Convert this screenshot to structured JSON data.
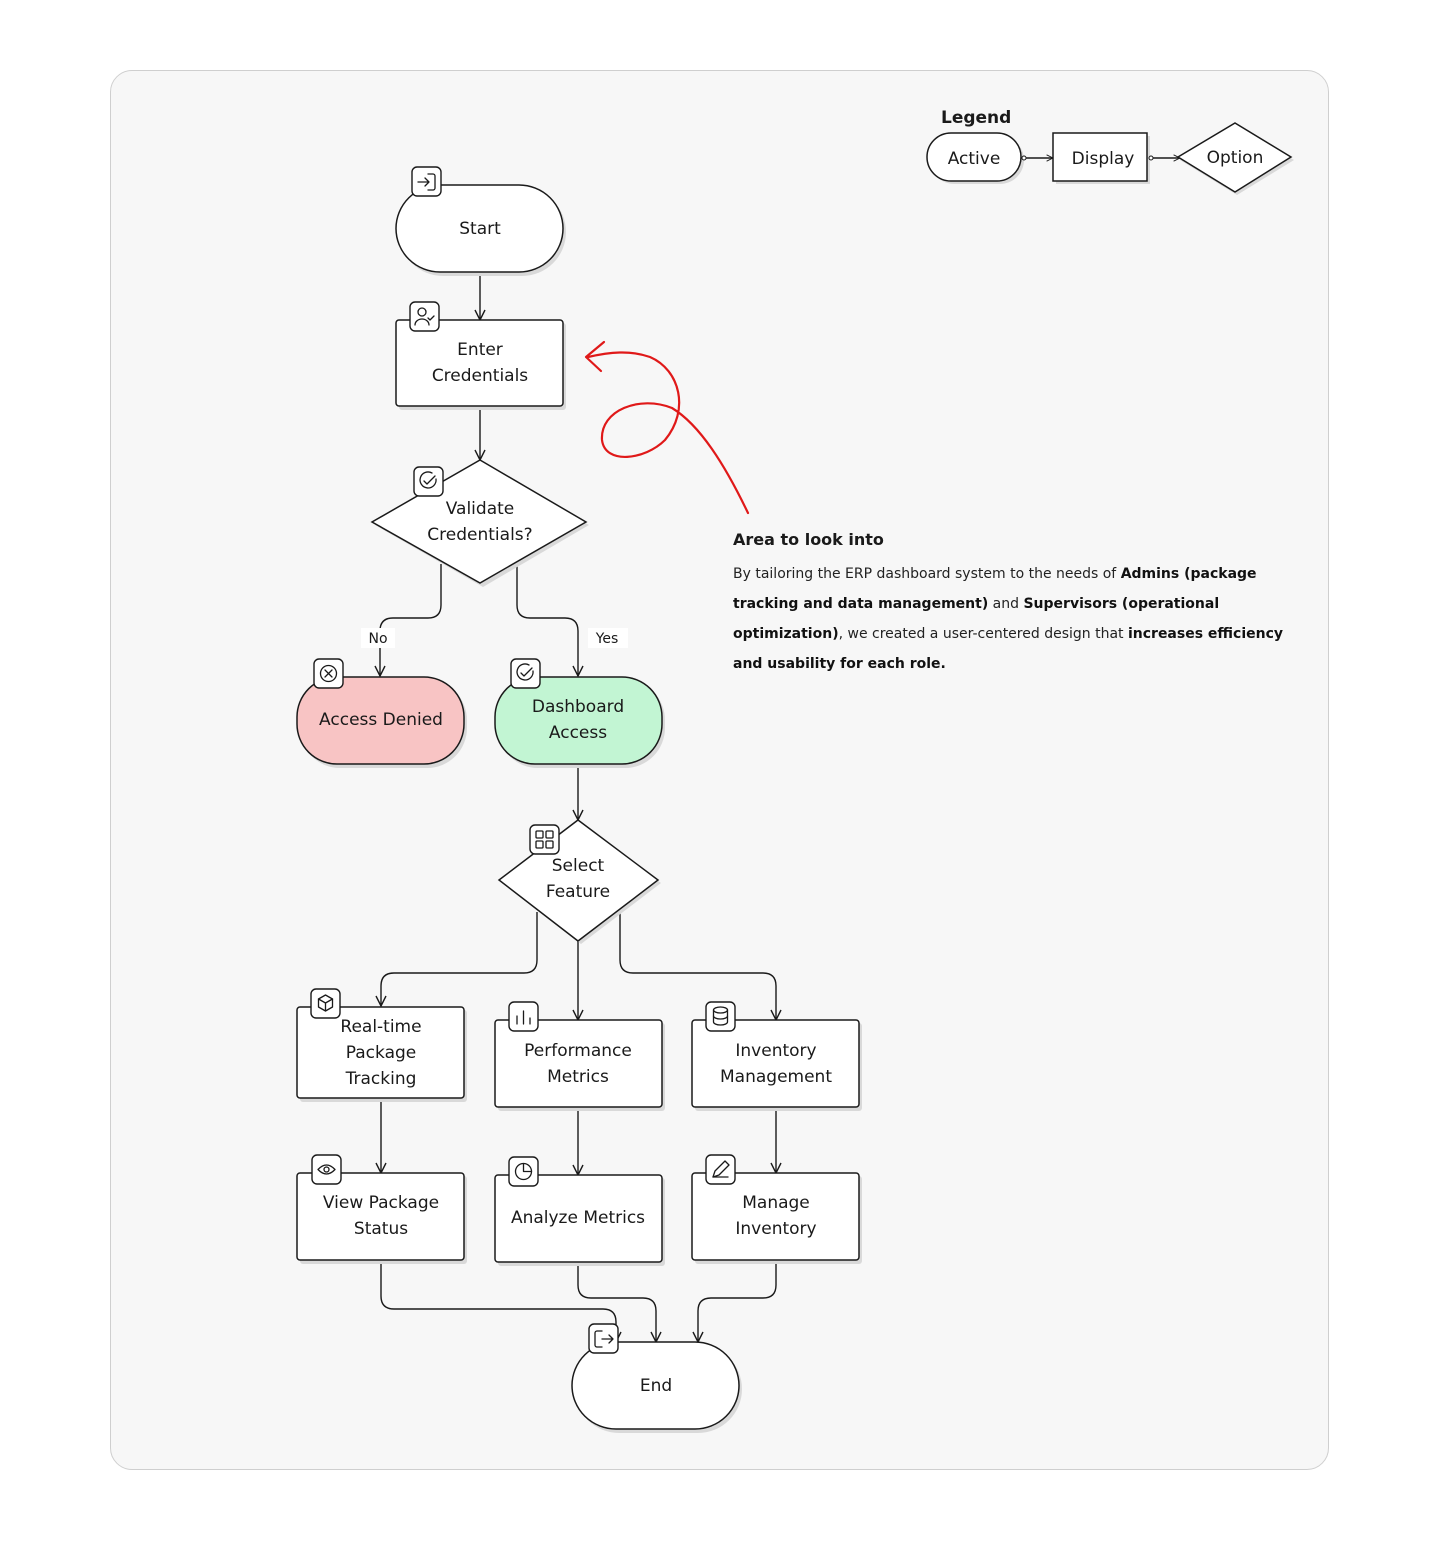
{
  "legend": {
    "title": "Legend",
    "active": "Active",
    "display": "Display",
    "option": "Option"
  },
  "colors": {
    "access_denied_fill": "#f8c4c4",
    "dashboard_access_fill": "#c2f5d3",
    "annotation_red": "#e01919",
    "node_fill": "#ffffff",
    "canvas_bg": "#f7f7f7"
  },
  "nodes": {
    "start": {
      "line1": "Start",
      "icon": "login-icon"
    },
    "enter_credentials": {
      "line1": "Enter",
      "line2": "Credentials",
      "icon": "user-check-icon"
    },
    "validate_credentials": {
      "line1": "Validate",
      "line2": "Credentials?",
      "icon": "check-circle-icon"
    },
    "access_denied": {
      "line1": "Access Denied",
      "icon": "x-circle-icon"
    },
    "dashboard_access": {
      "line1": "Dashboard",
      "line2": "Access",
      "icon": "check-circle-icon"
    },
    "select_feature": {
      "line1": "Select",
      "line2": "Feature",
      "icon": "grid-icon"
    },
    "package_tracking": {
      "line1": "Real-time",
      "line2": "Package",
      "line3": "Tracking",
      "icon": "package-icon"
    },
    "performance_metrics": {
      "line1": "Performance",
      "line2": "Metrics",
      "icon": "bar-chart-icon"
    },
    "inventory_management": {
      "line1": "Inventory",
      "line2": "Management",
      "icon": "database-icon"
    },
    "view_package_status": {
      "line1": "View Package",
      "line2": "Status",
      "icon": "eye-icon"
    },
    "analyze_metrics": {
      "line1": "Analyze Metrics",
      "icon": "pie-chart-icon"
    },
    "manage_inventory": {
      "line1": "Manage",
      "line2": "Inventory",
      "icon": "pencil-icon"
    },
    "end": {
      "line1": "End",
      "icon": "logout-icon"
    }
  },
  "edges": {
    "no_label": "No",
    "yes_label": "Yes"
  },
  "note": {
    "title": "Area to look into",
    "p1": "By tailoring the ERP dashboard system to the needs of ",
    "b1": "Admins (package tracking and data management)",
    "p2": " and ",
    "b2": "Supervisors (operational optimization)",
    "p3": ", we created a user-centered design that ",
    "b3": "increases efficiency and usability for each role."
  }
}
